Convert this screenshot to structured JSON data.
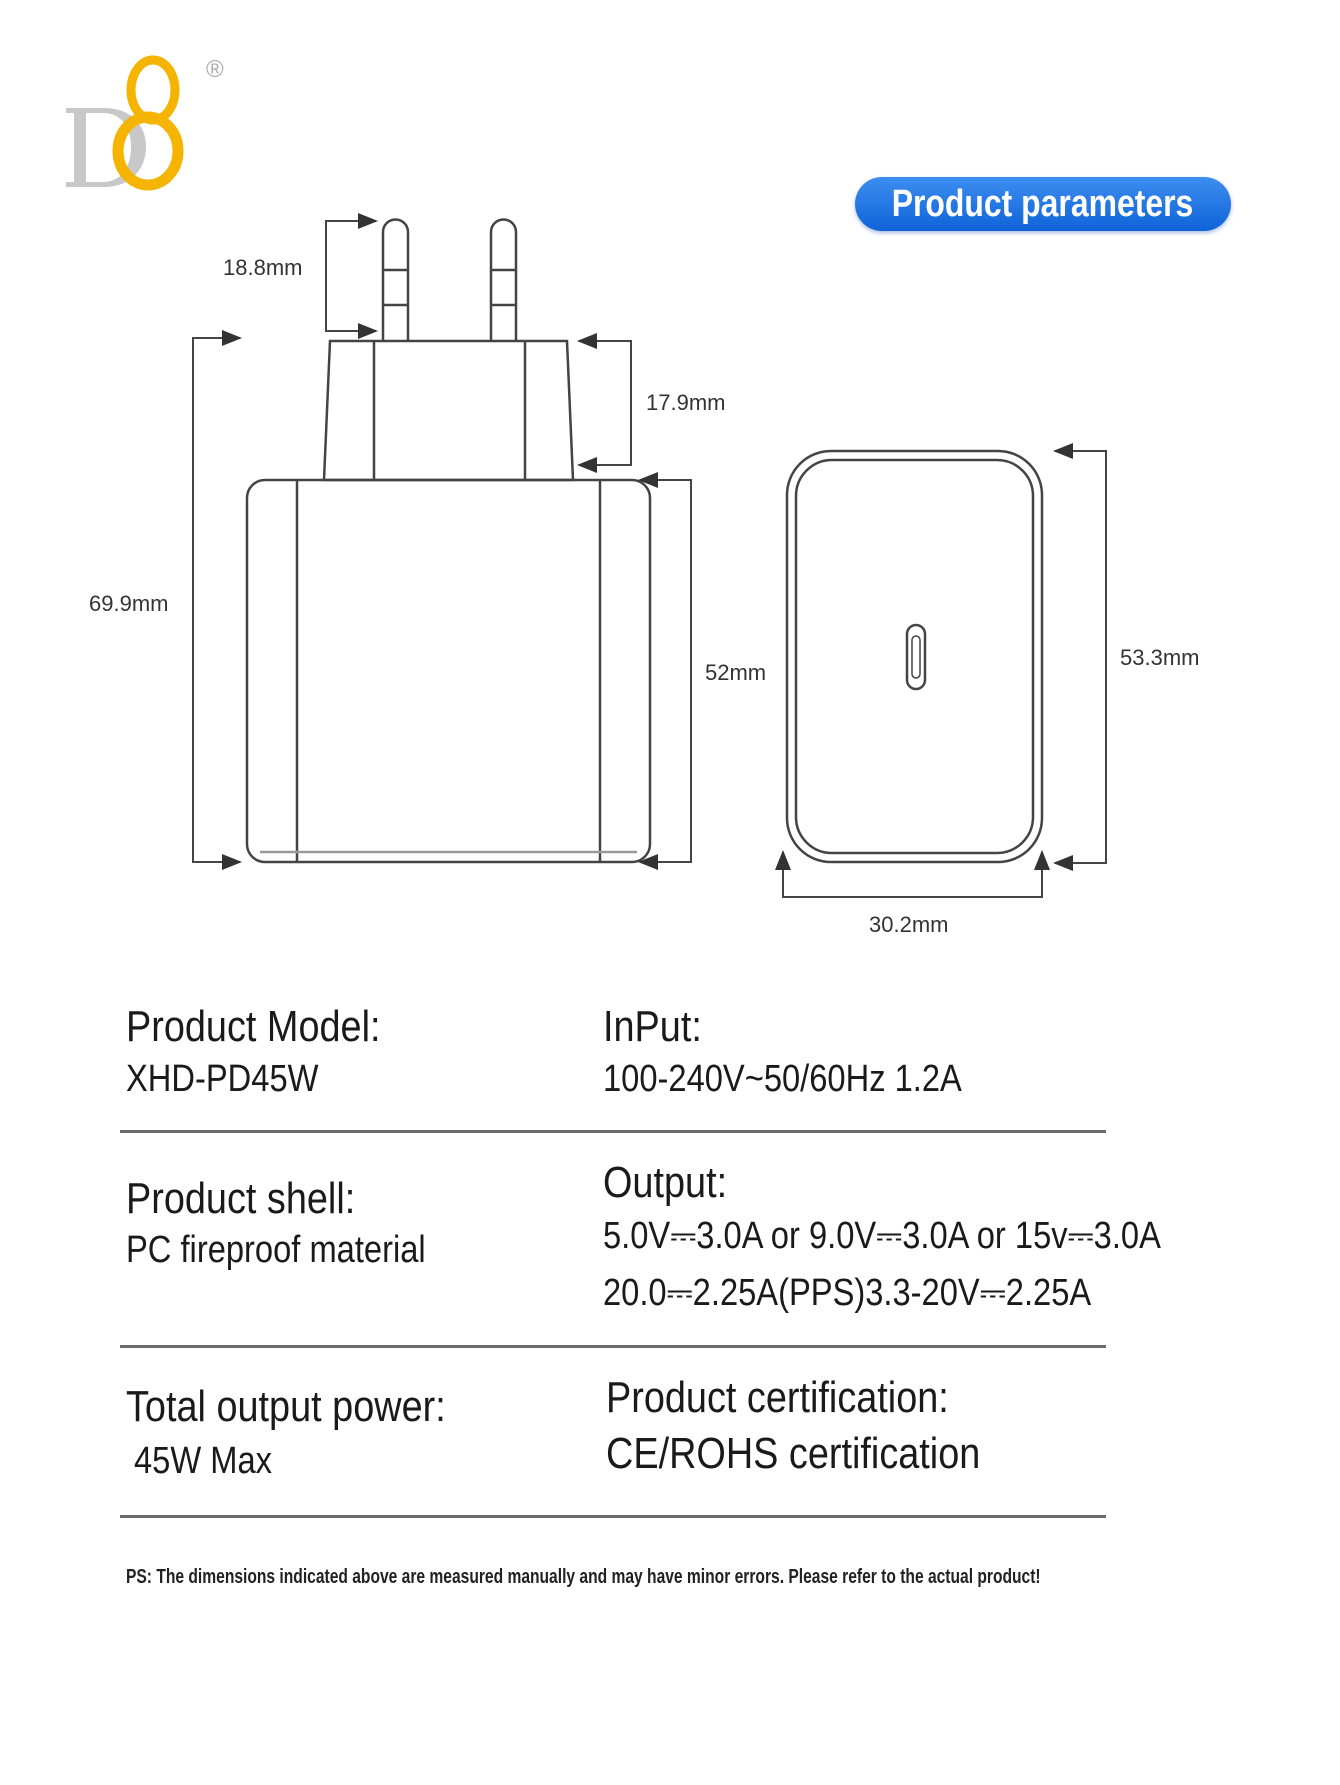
{
  "logo": {
    "letter": "D",
    "digit": "8",
    "registered": "®"
  },
  "header": {
    "badge": "Product parameters"
  },
  "dimensions": {
    "pin_length": "18.8mm",
    "total_height": "69.9mm",
    "plug_base_height": "17.9mm",
    "body_height": "52mm",
    "side_height": "53.3mm",
    "side_width": "30.2mm"
  },
  "specs": {
    "model_label": "Product Model:",
    "model_value": "XHD-PD45W",
    "input_label": "InPut:",
    "input_value": "100-240V~50/60Hz  1.2A",
    "shell_label": "Product shell:",
    "shell_value": "PC fireproof material",
    "output_label": "Output:",
    "output_line1": "5.0V⎓3.0A or 9.0V⎓3.0A or 15v⎓3.0A",
    "output_line2": "20.0⎓2.25A(PPS)3.3-20V⎓2.25A",
    "power_label": "Total output power:",
    "power_value": "45W  Max",
    "cert_label": "Product certification:",
    "cert_value": "CE/ROHS certification"
  },
  "footnote": "PS: The dimensions indicated above are measured manually and may have minor errors. Please refer to the actual product!",
  "colors": {
    "brand_gold": "#f5b400",
    "brand_gray": "#c8c8c8",
    "badge_blue": "#1a6fe0"
  }
}
